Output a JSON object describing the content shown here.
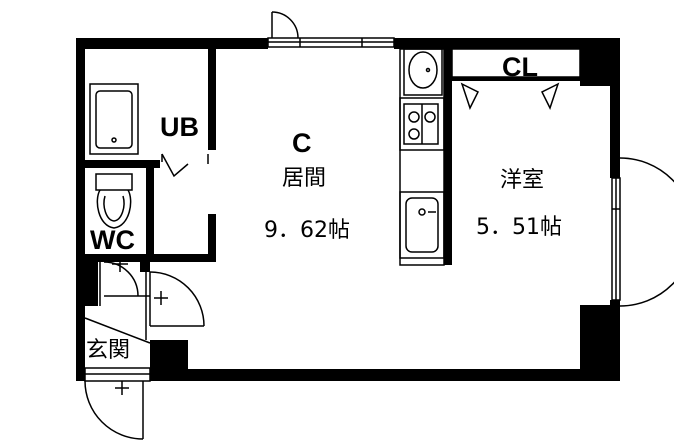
{
  "rooms": {
    "unit_bath": "UB",
    "kitchen_code": "C",
    "living_name": "居間",
    "living_size": "9．62帖",
    "western_name": "洋室",
    "western_size": "5．51帖",
    "closet": "CL",
    "toilet": "WC",
    "entrance": "玄関"
  },
  "colors": {
    "wall": "#000000",
    "background": "#ffffff"
  }
}
